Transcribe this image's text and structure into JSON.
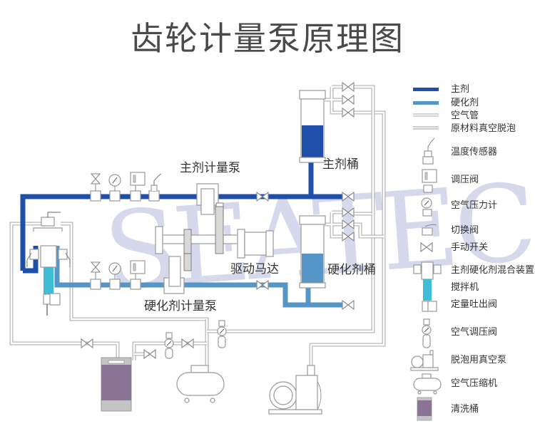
{
  "title": "齿轮计量泵原理图",
  "watermark": "SEATEC",
  "colors": {
    "main_agent": "#1f4fa8",
    "hardener": "#5696c6",
    "mixer": "#3fbcd6",
    "clean_bucket": "#8a7496",
    "air_pipe": "#b8b8b8",
    "watermark": "#c9cde6"
  },
  "labels": {
    "main_pump": "主剂计量泵",
    "main_tank": "主剂桶",
    "drive_motor": "驱动马达",
    "hardener_tank": "硬化剂桶",
    "hardener_pump": "硬化剂计量泵"
  },
  "tank_levels": {
    "main_tank_fill": 0.55,
    "hardener_tank_fill": 0.5
  },
  "legend": [
    {
      "icon": "main-agent-line-icon",
      "label": "主剂"
    },
    {
      "icon": "hardener-line-icon",
      "label": "硬化剂"
    },
    {
      "icon": "air-pipe-icon",
      "label": "空气管"
    },
    {
      "icon": "vacuum-pipe-icon",
      "label": "原材料真空脱泡"
    },
    {
      "icon": "temperature-sensor-icon",
      "label": "温度传感器"
    },
    {
      "icon": "pressure-regulator-valve-icon",
      "label": "调压阀"
    },
    {
      "icon": "air-pressure-gauge-icon",
      "label": "空气压力计"
    },
    {
      "icon": "switch-valve-icon",
      "label": "切换阀"
    },
    {
      "icon": "manual-switch-icon",
      "label": "手动开关"
    },
    {
      "icon": "mixing-device-icon",
      "label": "主剂硬化剂混合装置"
    },
    {
      "icon": "mixer-icon",
      "label": "搅拌机"
    },
    {
      "icon": "dispense-valve-icon",
      "label": "定量吐出阀"
    },
    {
      "icon": "air-regulator-icon",
      "label": "空气调压阀"
    },
    {
      "icon": "vacuum-pump-icon",
      "label": "脱泡用真空泵"
    },
    {
      "icon": "air-compressor-icon",
      "label": "空气压缩机"
    },
    {
      "icon": "cleaning-bucket-icon",
      "label": "清洗桶"
    }
  ]
}
